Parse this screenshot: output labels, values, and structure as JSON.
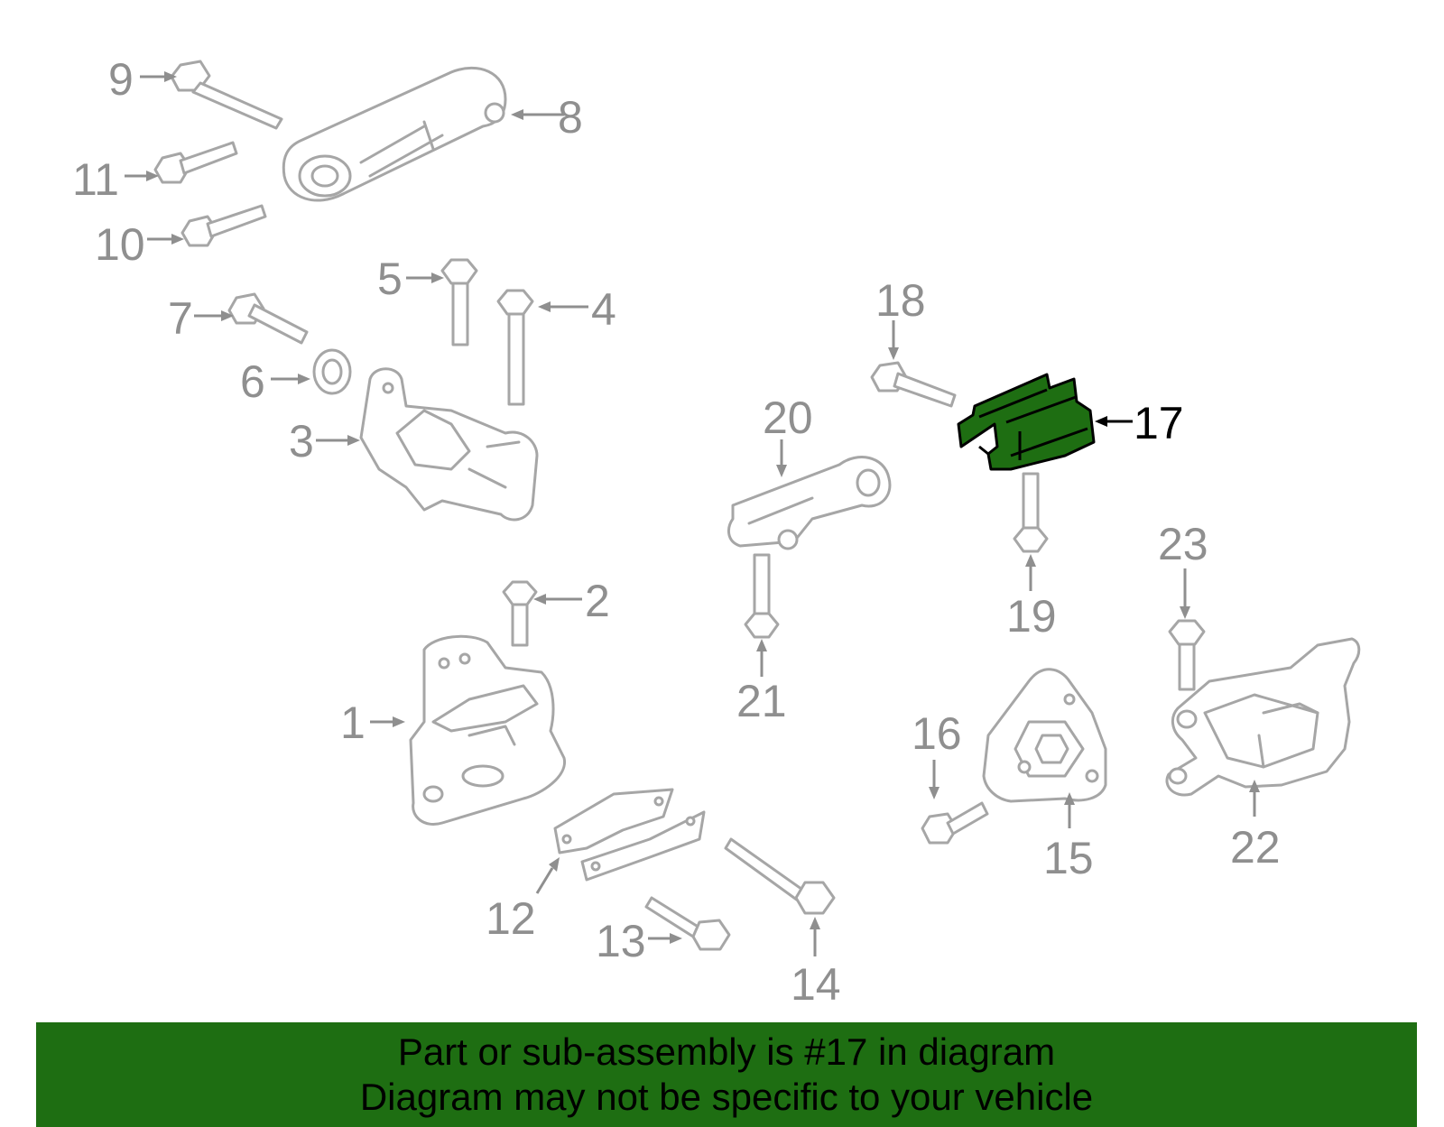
{
  "diagram": {
    "callouts": [
      "1",
      "2",
      "3",
      "4",
      "5",
      "6",
      "7",
      "8",
      "9",
      "10",
      "11",
      "12",
      "13",
      "14",
      "15",
      "16",
      "17",
      "18",
      "19",
      "20",
      "21",
      "22",
      "23"
    ],
    "highlighted_callout": "17",
    "colors": {
      "highlight": "#1e6e12",
      "part_line": "#a6a6a6",
      "label": "#8f8f8f"
    }
  },
  "banner": {
    "line1": "Part or sub-assembly is #17 in diagram",
    "line2": "Diagram may not be specific to your vehicle"
  }
}
